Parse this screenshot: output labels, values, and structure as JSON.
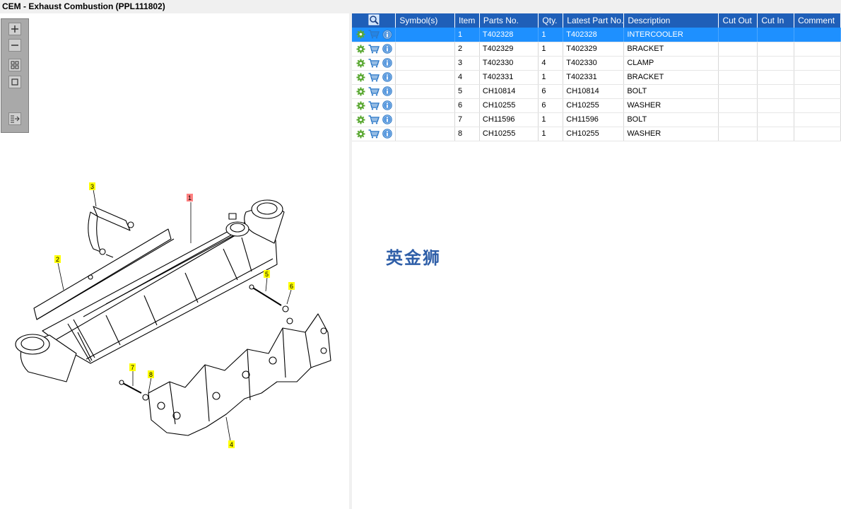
{
  "window": {
    "title": "CEM - Exhaust Combustion (PPL111802)"
  },
  "toolbar": {
    "buttons": [
      {
        "icon": "zoom-in-icon"
      },
      {
        "icon": "zoom-out-icon"
      },
      {
        "icon": "fit-grid-icon"
      },
      {
        "icon": "actual-size-icon"
      },
      {
        "icon": "export-list-icon"
      }
    ]
  },
  "diagram": {
    "callouts": [
      "1",
      "2",
      "3",
      "4",
      "5",
      "6",
      "7",
      "8"
    ],
    "highlighted_callout": "1"
  },
  "table": {
    "columns": [
      "",
      "Symbol(s)",
      "Item",
      "Parts No.",
      "Qty.",
      "Latest Part No.",
      "Description",
      "Cut Out",
      "Cut In",
      "Comment"
    ],
    "rows": [
      {
        "item": "1",
        "part_no": "T402328",
        "qty": "1",
        "latest_part_no": "T402328",
        "description": "INTERCOOLER",
        "selected": true
      },
      {
        "item": "2",
        "part_no": "T402329",
        "qty": "1",
        "latest_part_no": "T402329",
        "description": "BRACKET"
      },
      {
        "item": "3",
        "part_no": "T402330",
        "qty": "4",
        "latest_part_no": "T402330",
        "description": "CLAMP"
      },
      {
        "item": "4",
        "part_no": "T402331",
        "qty": "1",
        "latest_part_no": "T402331",
        "description": "BRACKET"
      },
      {
        "item": "5",
        "part_no": "CH10814",
        "qty": "6",
        "latest_part_no": "CH10814",
        "description": "BOLT"
      },
      {
        "item": "6",
        "part_no": "CH10255",
        "qty": "6",
        "latest_part_no": "CH10255",
        "description": "WASHER"
      },
      {
        "item": "7",
        "part_no": "CH11596",
        "qty": "1",
        "latest_part_no": "CH11596",
        "description": "BOLT"
      },
      {
        "item": "8",
        "part_no": "CH10255",
        "qty": "1",
        "latest_part_no": "CH10255",
        "description": "WASHER"
      }
    ]
  },
  "watermark": "英金狮",
  "colors": {
    "header": "#1f5fb8",
    "selected_row": "#1e90ff",
    "callout_yellow": "#ffff00",
    "callout_highlight": "#ff8080"
  }
}
